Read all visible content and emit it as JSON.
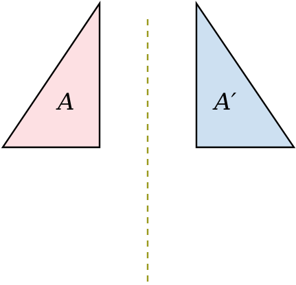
{
  "diagram": {
    "shapes": [
      {
        "name": "triangle-a",
        "label": "A",
        "fill": "#fde0e3",
        "stroke": "#000000"
      },
      {
        "name": "triangle-a-prime",
        "label": "A′",
        "fill": "#cde0f1",
        "stroke": "#000000"
      }
    ],
    "mirror_line": {
      "color": "#9a9a1e",
      "style": "dashed"
    }
  }
}
